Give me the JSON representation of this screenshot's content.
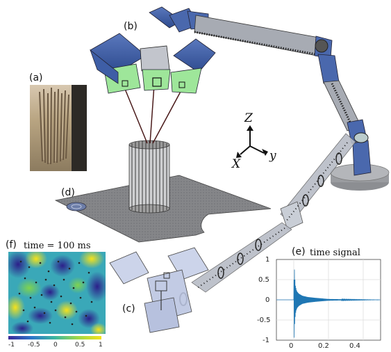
{
  "labels": {
    "a": "(a)",
    "b": "(b)",
    "c": "(c)",
    "d": "(d)"
  },
  "axes_triad": {
    "z": "Z",
    "x": "X",
    "y": "y"
  },
  "heatmap_panel": {
    "label": "(f)",
    "title": "time = 100 ms",
    "colorbar_ticks": [
      "-1",
      "-0.5",
      "0",
      "0.5",
      "1"
    ],
    "colors": {
      "low": "#3b2a99",
      "mid": "#3bb6a0",
      "high": "#f6e21a"
    }
  },
  "chart_data": {
    "type": "line",
    "label": "(e)",
    "title": "time signal",
    "xlabel": "",
    "ylabel": "",
    "xlim": [
      -0.1,
      0.5
    ],
    "ylim": [
      -1,
      1
    ],
    "x_ticks": [
      "0",
      "0.2",
      "0.4"
    ],
    "y_ticks": [
      "1",
      "0.5",
      "0",
      "-0.5",
      "-1"
    ],
    "grid": true,
    "series": [
      {
        "color": "#1f77b4",
        "x": [
          0.0,
          0.002,
          0.004,
          0.006,
          0.008,
          0.01,
          0.015,
          0.02,
          0.03,
          0.05,
          0.08,
          0.12,
          0.2,
          0.3,
          0.5
        ],
        "y": [
          0.0,
          1.0,
          -0.75,
          0.55,
          -0.45,
          0.35,
          -0.25,
          0.2,
          -0.15,
          0.1,
          -0.07,
          0.05,
          0.02,
          0.01,
          0.0
        ]
      }
    ]
  },
  "colors": {
    "robot_blue": "#3e5ea6",
    "robot_gray": "#9ea3ad",
    "effector_green": "#8fdc8f",
    "plate_gray": "#7f8083",
    "rod": "#5a5a5a"
  }
}
